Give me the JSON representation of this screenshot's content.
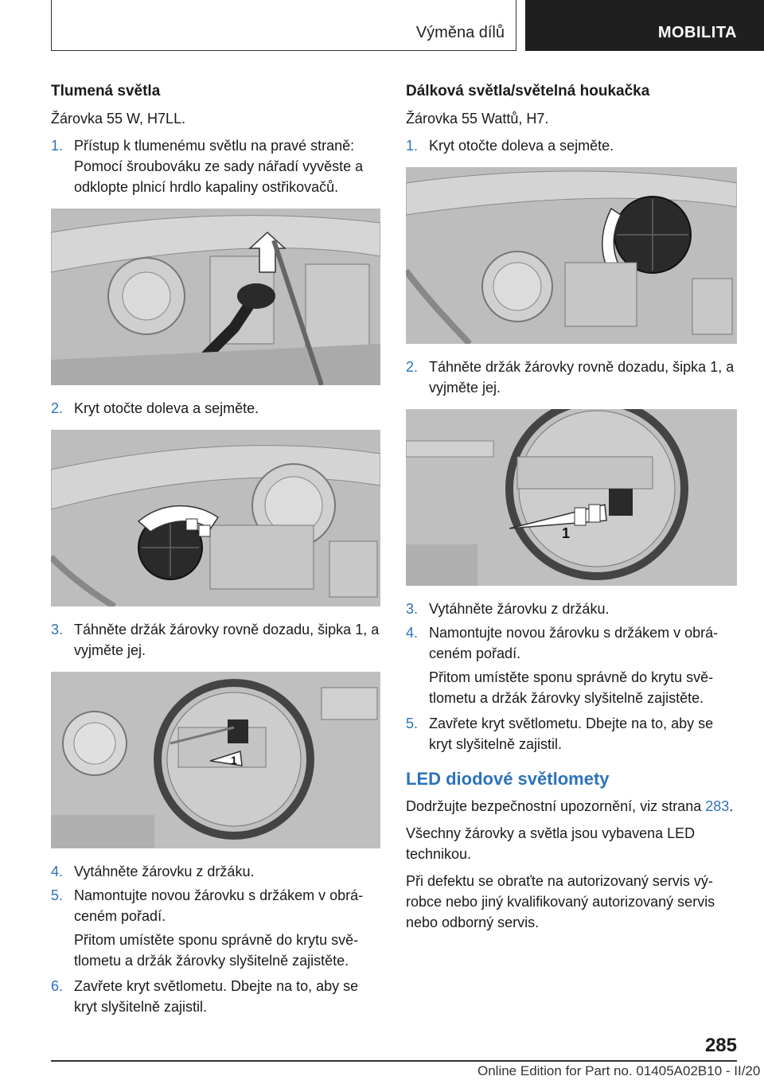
{
  "header": {
    "section": "Výměna dílů",
    "chapter": "MOBILITA"
  },
  "left": {
    "heading": "Tlumená světla",
    "intro": "Žárovka 55 W, H7LL.",
    "steps": [
      {
        "num": "1.",
        "text": "Přístup k tlumenému světlu na pravé straně: Pomocí šroubováku ze sady nářadí vyvěste a odklopte plnicí hrdlo kapaliny ostřikovačů."
      },
      {
        "num": "2.",
        "text": "Kryt otočte doleva a sejměte."
      },
      {
        "num": "3.",
        "text": "Táhněte držák žárovky rovně dozadu, šipka 1, a vyjměte jej."
      },
      {
        "num": "4.",
        "text": "Vytáhněte žárovku z držáku."
      },
      {
        "num": "5.",
        "text": "Namontujte novou žárovku s držákem v obrá‐ceném pořadí."
      },
      {
        "num": "6.",
        "text": "Zavřete kryt světlometu. Dbejte na to, aby se kryt slyšitelně zajistil."
      }
    ],
    "step5_note": "Přitom umístěte sponu správně do krytu svě‐tlometu a držák žárovky slyšitelně zajistěte.",
    "fig3_label": "1"
  },
  "right": {
    "heading": "Dálková světla/světelná houkačka",
    "intro": "Žárovka 55 Wattů, H7.",
    "steps": [
      {
        "num": "1.",
        "text": "Kryt otočte doleva a sejměte."
      },
      {
        "num": "2.",
        "text": "Táhněte držák žárovky rovně dozadu, šipka 1, a vyjměte jej."
      },
      {
        "num": "3.",
        "text": "Vytáhněte žárovku z držáku."
      },
      {
        "num": "4.",
        "text": "Namontujte novou žárovku s držákem v obrá‐ceném pořadí."
      },
      {
        "num": "5.",
        "text": "Zavřete kryt světlometu. Dbejte na to, aby se kryt slyšitelně zajistil."
      }
    ],
    "step4_note": "Přitom umístěte sponu správně do krytu svě‐tlometu a držák žárovky slyšitelně zajistěte.",
    "fig2_label": "1",
    "led_heading": "LED diodové světlomety",
    "led_p1_text": "Dodržujte bezpečnostní upozornění, viz strana",
    "led_p1_link": "283",
    "led_p1_end": ".",
    "led_p2": "Všechny žárovky a světla jsou vybavena LED technikou.",
    "led_p3": "Při defektu se obraťte na autorizovaný servis vý‐robce nebo jiný kvalifikovaný autorizovaný servis nebo odborný servis."
  },
  "footer": {
    "page_number": "285",
    "edition": "Online Edition for Part no. 01405A02B10 - II/20"
  }
}
